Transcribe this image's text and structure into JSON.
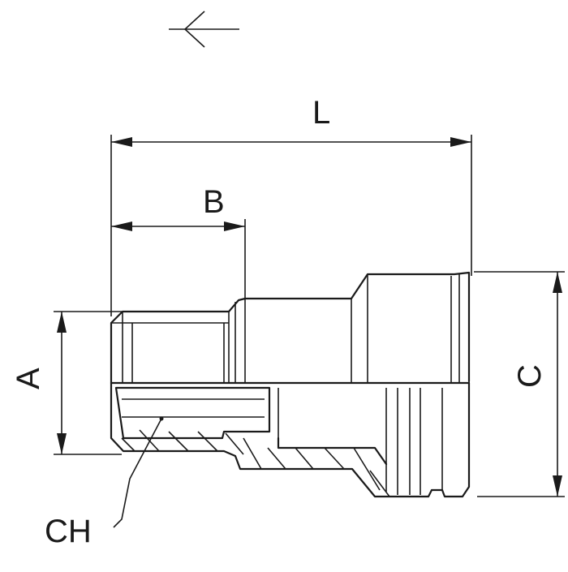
{
  "diagram": {
    "labels": {
      "L": "L",
      "B": "B",
      "A": "A",
      "C": "C",
      "CH": "CH"
    },
    "colors": {
      "line": "#1a1a1a",
      "background": "#ffffff"
    },
    "flow_arrow_icon": "arrow-left-icon"
  }
}
